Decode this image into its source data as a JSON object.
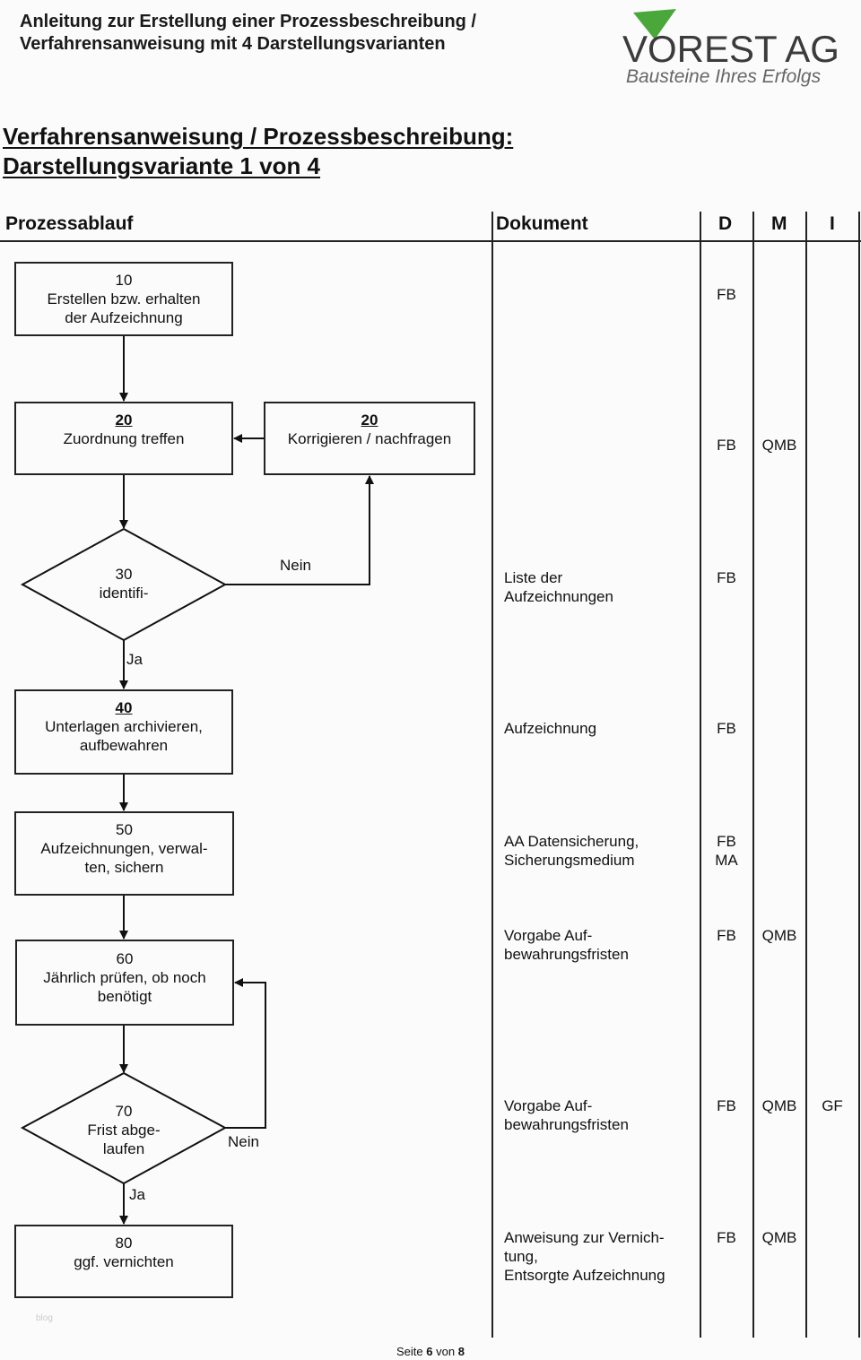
{
  "header": {
    "title_line1": "Anleitung zur Erstellung einer Prozessbeschreibung /",
    "title_line2": "Verfahrensanweisung mit 4 Darstellungsvarianten",
    "logo_name": "VOREST AG",
    "logo_tagline": "Bausteine Ihres Erfolgs"
  },
  "heading": {
    "line1": "Verfahrensanweisung / Prozessbeschreibung:",
    "line2": "Darstellungsvariante 1 von 4"
  },
  "columns": {
    "process": "Prozessablauf",
    "document": "Dokument",
    "d": "D",
    "m": "M",
    "i": "I"
  },
  "steps": {
    "s10": {
      "num": "10",
      "text1": "Erstellen bzw. erhalten",
      "text2": "der Aufzeichnung"
    },
    "s20": {
      "num": "20",
      "text1": "Zuordnung treffen"
    },
    "s20b": {
      "num": "20",
      "text1": "Korrigieren / nachfragen"
    },
    "s30": {
      "num": "30",
      "text1": "identifi-"
    },
    "s40": {
      "num": "40",
      "text1": "Unterlagen archivieren,",
      "text2": "aufbewahren"
    },
    "s50": {
      "num": "50",
      "text1": "Aufzeichnungen, verwal-",
      "text2": "ten, sichern"
    },
    "s60": {
      "num": "60",
      "text1": "Jährlich prüfen, ob noch",
      "text2": "benötigt"
    },
    "s70": {
      "num": "70",
      "text1": "Frist abge-",
      "text2": "laufen"
    },
    "s80": {
      "num": "80",
      "text1": "ggf. vernichten"
    }
  },
  "labels": {
    "nein1": "Nein",
    "ja1": "Ja",
    "nein2": "Nein",
    "ja2": "Ja"
  },
  "rows": [
    {
      "doc": "",
      "d": "FB",
      "m": "",
      "i": ""
    },
    {
      "doc": "",
      "d": "FB",
      "m": "QMB",
      "i": ""
    },
    {
      "doc1": "Liste der",
      "doc2": "Aufzeichnungen",
      "d": "FB",
      "m": "",
      "i": ""
    },
    {
      "doc1": "Aufzeichnung",
      "d": "FB",
      "m": "",
      "i": ""
    },
    {
      "doc1": "AA Datensicherung,",
      "doc2": "Sicherungsmedium",
      "d": "FB",
      "d2": "MA",
      "m": "",
      "i": ""
    },
    {
      "doc1": "Vorgabe Auf-",
      "doc2": "bewahrungsfristen",
      "d": "FB",
      "m": "QMB",
      "i": ""
    },
    {
      "doc1": "Vorgabe Auf-",
      "doc2": "bewahrungsfristen",
      "d": "FB",
      "m": "QMB",
      "i": "GF"
    },
    {
      "doc1": "Anweisung zur Vernich-",
      "doc2": "tung,",
      "doc3": "Entsorgte Aufzeichnung",
      "d": "FB",
      "m": "QMB",
      "i": ""
    }
  ],
  "footer": {
    "prefix": "Seite",
    "page": "6",
    "mid": "von",
    "total": "8"
  },
  "watermark": "blog"
}
